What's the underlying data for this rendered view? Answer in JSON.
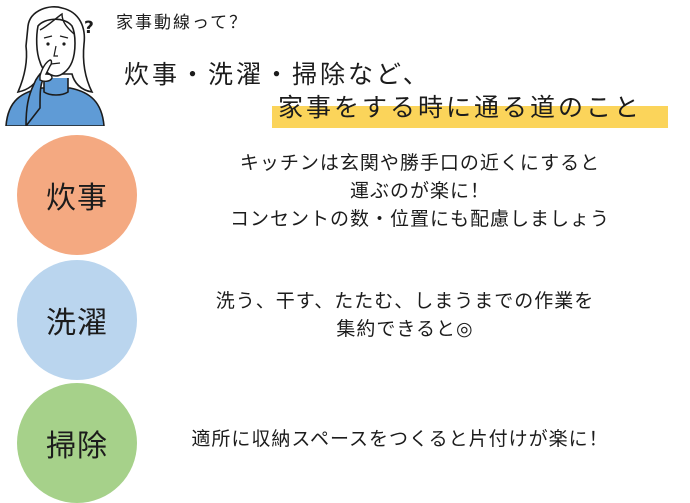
{
  "header": {
    "question": "家事動線って？",
    "headline_line1": "炊事・洗濯・掃除など、",
    "headline_line2": "家事をする時に通る道のこと"
  },
  "colors": {
    "cooking_circle": "#f4a981",
    "laundry_circle": "#bad5ee",
    "cleaning_circle": "#a6d18a",
    "highlight": "#fbd45a"
  },
  "sections": [
    {
      "label": "炊事",
      "lines": [
        "キッチンは玄関や勝手口の近くにすると",
        "運ぶのが楽に！",
        "コンセントの数・位置にも配慮しましょう"
      ]
    },
    {
      "label": "洗濯",
      "lines": [
        "洗う、干す、たたむ、しまうまでの作業を",
        "集約できると◎"
      ]
    },
    {
      "label": "掃除",
      "lines": [
        "適所に収納スペースをつくると片付けが楽に！"
      ]
    }
  ]
}
